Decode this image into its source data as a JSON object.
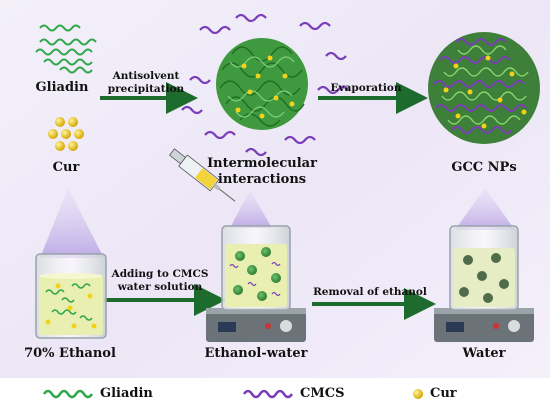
{
  "labels": {
    "gliadin": "Gliadin",
    "cur": "Cur",
    "antisolvent_line1": "Antisolvent",
    "antisolvent_line2": "precipitation",
    "intermolecular_line1": "Intermolecular",
    "intermolecular_line2": "interactions",
    "evaporation": "Evaporation",
    "gcc_nps": "GCC NPs",
    "adding_line1": "Adding to CMCS",
    "adding_line2": "water solution",
    "removal": "Removal of ethanol",
    "ethanol70": "70% Ethanol",
    "ethanol_water": "Ethanol-water",
    "water": "Water"
  },
  "legend": {
    "gliadin": "Gliadin",
    "cmcs": "CMCS",
    "cur": "Cur"
  },
  "colors": {
    "gliadin": "#2fa84a",
    "cmcs": "#7a3fb8",
    "cur": "#e6c51a",
    "arrow": "#1e6b2e",
    "background": "#ede8f6",
    "liquid": "#e9efb0",
    "beam": "#cbb9ea"
  }
}
